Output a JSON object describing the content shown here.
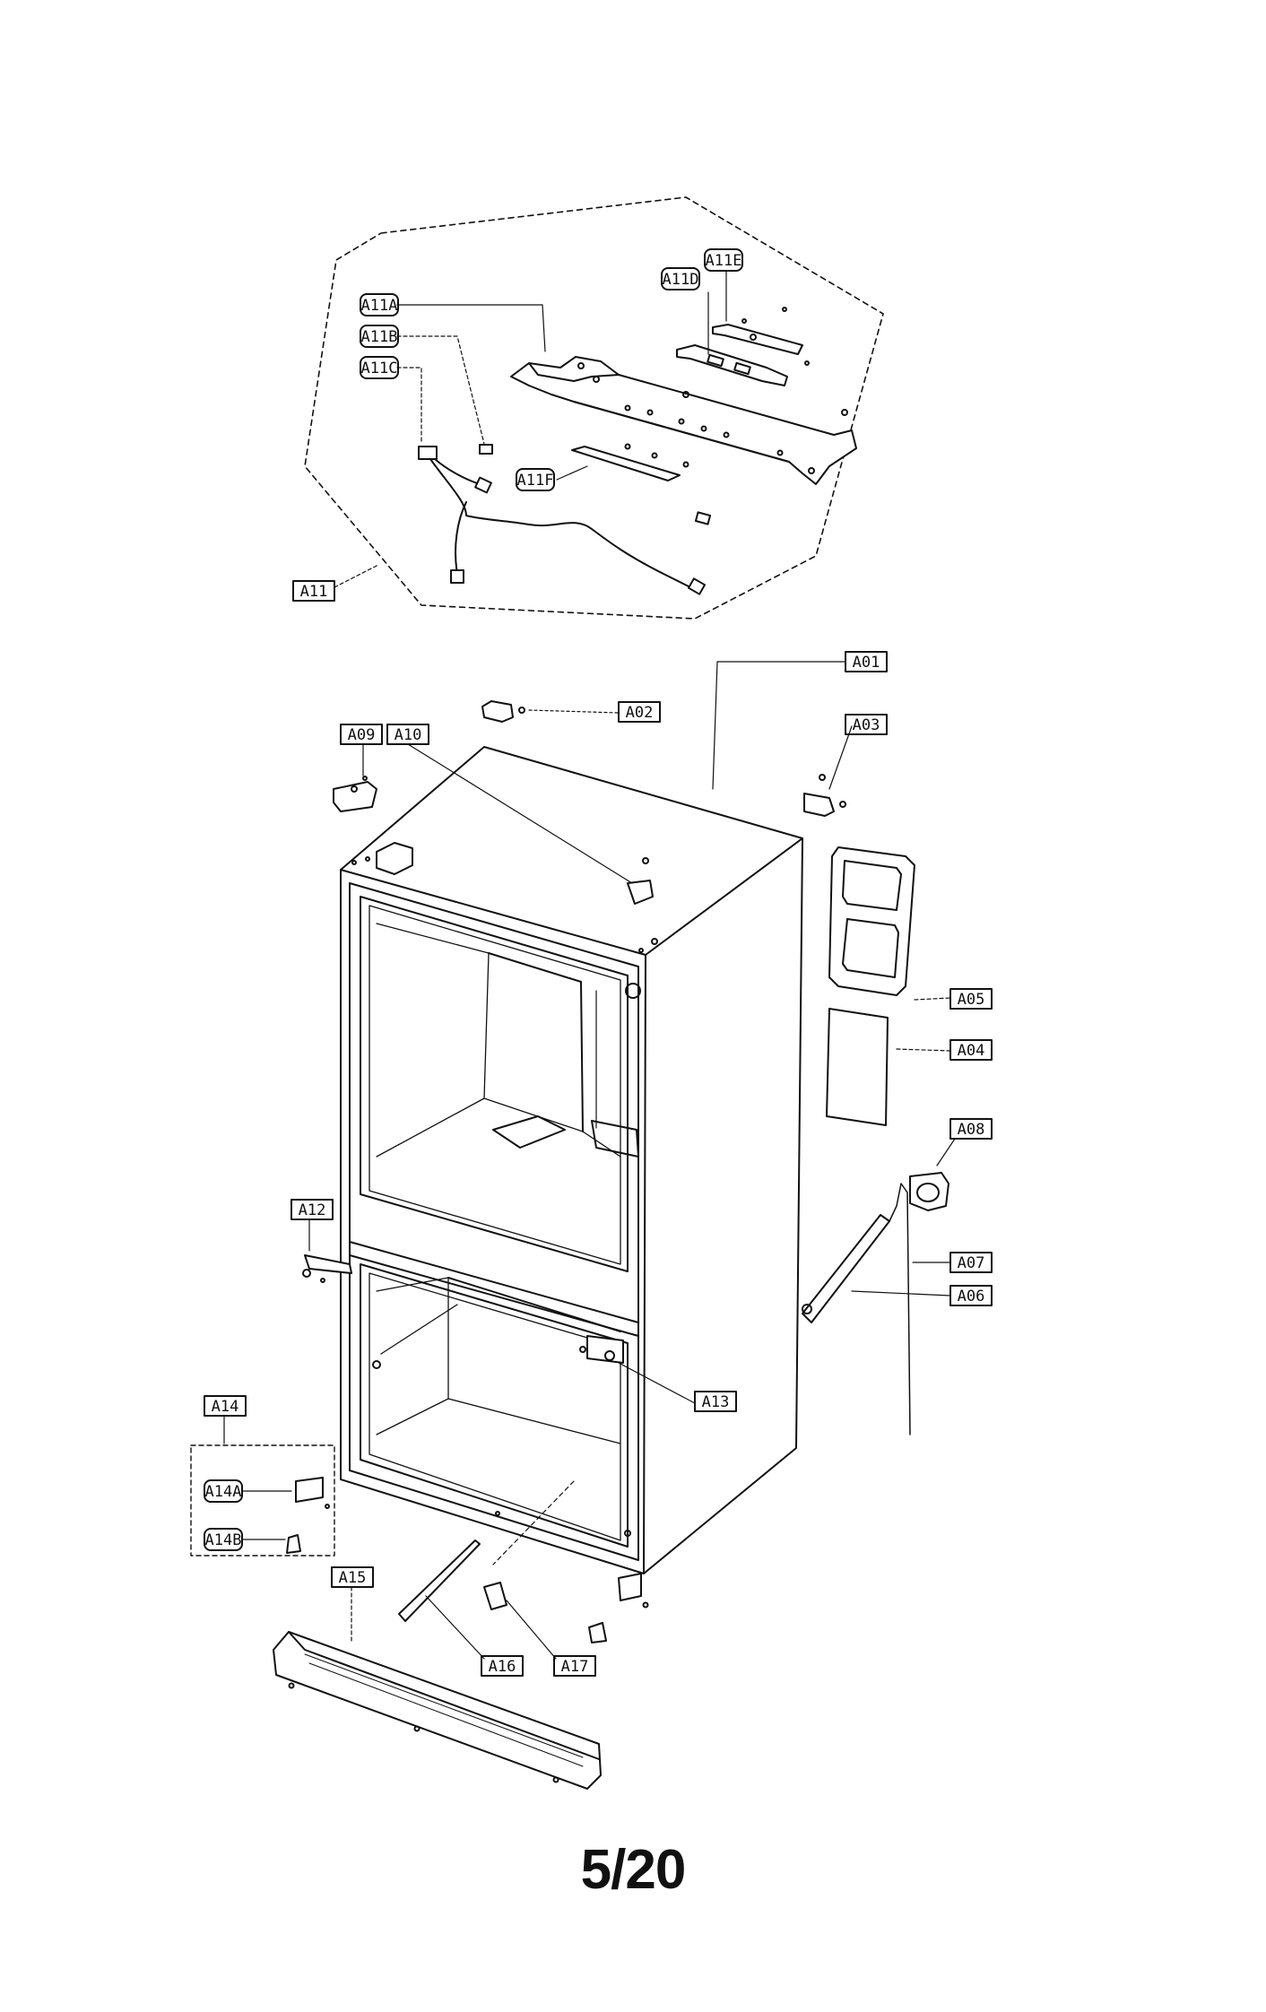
{
  "labels": {
    "A01": "A01",
    "A02": "A02",
    "A03": "A03",
    "A04": "A04",
    "A05": "A05",
    "A06": "A06",
    "A07": "A07",
    "A08": "A08",
    "A09": "A09",
    "A10": "A10",
    "A11": "A11",
    "A11A": "A11A",
    "A11B": "A11B",
    "A11C": "A11C",
    "A11D": "A11D",
    "A11E": "A11E",
    "A11F": "A11F",
    "A12": "A12",
    "A13": "A13",
    "A14": "A14",
    "A14A": "A14A",
    "A14B": "A14B",
    "A15": "A15",
    "A16": "A16",
    "A17": "A17"
  },
  "page_number": "5/20"
}
